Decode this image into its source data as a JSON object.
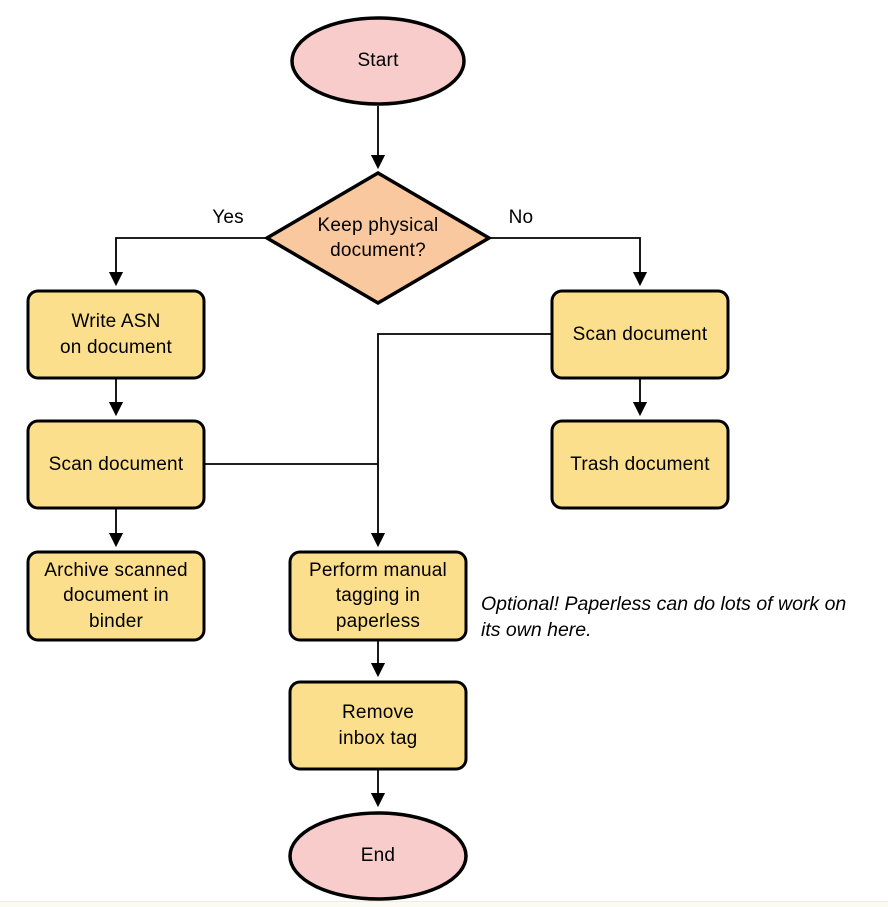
{
  "figure": {
    "type": "flowchart",
    "subject": "Paperless document intake workflow"
  },
  "colors": {
    "terminal_fill": "#F8CCCA",
    "decision_fill": "#F9C89E",
    "process_fill": "#FBDF8C",
    "stroke": "#000000",
    "background": "#FFFFFF"
  },
  "nodes": {
    "start": {
      "label": "Start",
      "shape": "ellipse"
    },
    "keep_physical": {
      "label": "Keep physical\ndocument?",
      "shape": "diamond"
    },
    "write_asn": {
      "label": "Write ASN\non document",
      "shape": "process"
    },
    "scan_document_left": {
      "label": "Scan document",
      "shape": "process"
    },
    "archive_binder": {
      "label": "Archive scanned\ndocument in\nbinder",
      "shape": "process"
    },
    "scan_document_right": {
      "label": "Scan document",
      "shape": "process"
    },
    "trash_document": {
      "label": "Trash document",
      "shape": "process"
    },
    "manual_tagging": {
      "label": "Perform manual\ntagging in\npaperless",
      "shape": "process"
    },
    "remove_inbox_tag": {
      "label": "Remove\ninbox tag",
      "shape": "process"
    },
    "end": {
      "label": "End",
      "shape": "ellipse"
    }
  },
  "edges": [
    {
      "from": "start",
      "to": "keep_physical",
      "label": ""
    },
    {
      "from": "keep_physical",
      "to": "write_asn",
      "label": "Yes"
    },
    {
      "from": "keep_physical",
      "to": "scan_document_right",
      "label": "No"
    },
    {
      "from": "write_asn",
      "to": "scan_document_left",
      "label": ""
    },
    {
      "from": "scan_document_left",
      "to": "archive_binder",
      "label": ""
    },
    {
      "from": "scan_document_right",
      "to": "trash_document",
      "label": ""
    },
    {
      "from": "scan_document_right",
      "to": "manual_tagging",
      "label": ""
    },
    {
      "from": "scan_document_left",
      "to": "manual_tagging",
      "label": ""
    },
    {
      "from": "manual_tagging",
      "to": "remove_inbox_tag",
      "label": ""
    },
    {
      "from": "remove_inbox_tag",
      "to": "end",
      "label": ""
    }
  ],
  "note": "Optional! Paperless can do lots of work on\nits own here."
}
